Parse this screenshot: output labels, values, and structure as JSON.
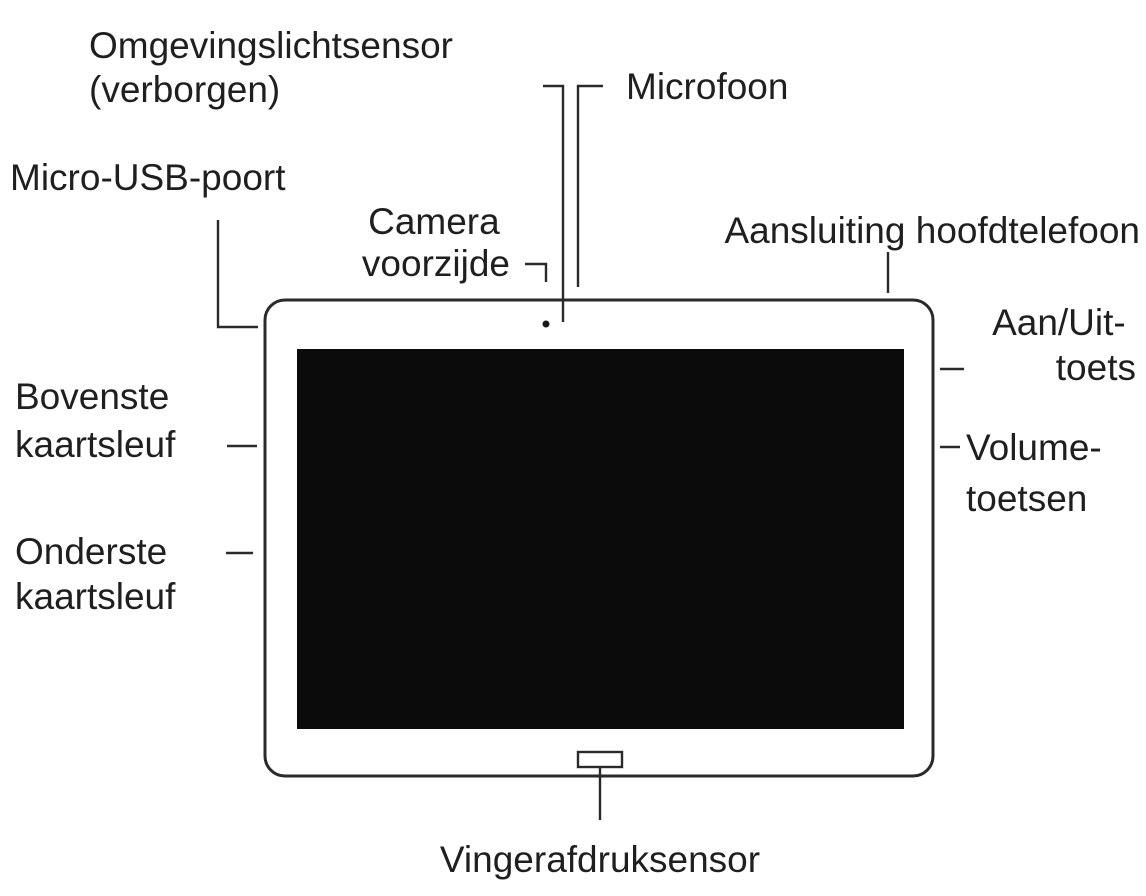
{
  "labels": {
    "ambient_light_sensor": [
      "Omgevingslichtsensor",
      "(verborgen)"
    ],
    "microphone": "Microfoon",
    "micro_usb_port": "Micro-USB-poort",
    "front_camera": [
      "Camera",
      "voorzijde"
    ],
    "headphone_jack": "Aansluiting hoofdtelefoon",
    "power_key": [
      "Aan/Uit-",
      "toets"
    ],
    "volume_keys": [
      "Volume-",
      "toetsen"
    ],
    "top_card_slot": [
      "Bovenste",
      "kaartsleuf"
    ],
    "bottom_card_slot": [
      "Onderste",
      "kaartsleuf"
    ],
    "fingerprint_sensor": "Vingerafdruksensor"
  },
  "colors": {
    "outline": "#2a2a2a",
    "screen": "#0b0b0b",
    "text": "#1f1f1f",
    "background": "#ffffff"
  }
}
